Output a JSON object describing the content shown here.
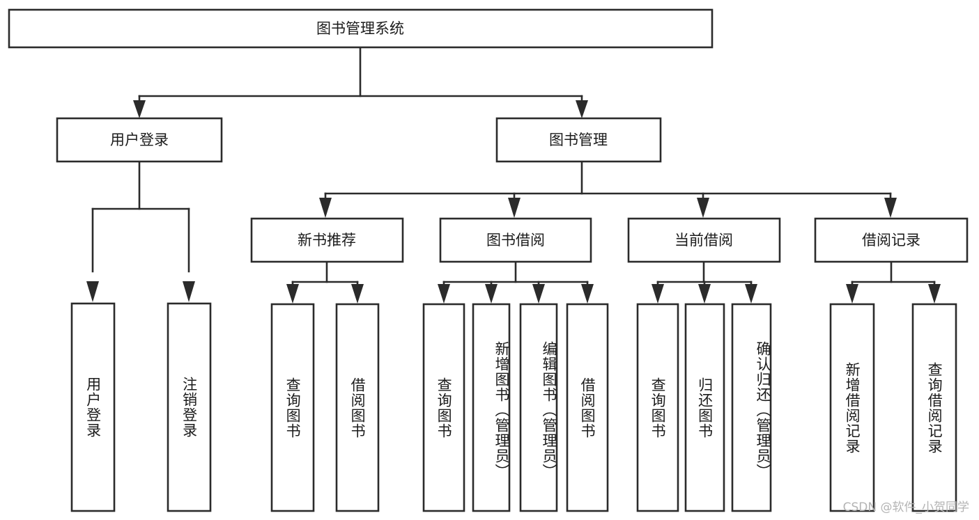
{
  "diagram": {
    "title": "图书管理系统",
    "type": "tree",
    "orientation": "top-down",
    "colors": {
      "node_fill": "#ffffff",
      "node_stroke": "#2b2b2b",
      "text": "#1b1b1b",
      "background": "#ffffff",
      "watermark": "#b4b4b4"
    },
    "root": {
      "id": "root",
      "label": "图书管理系统",
      "orientation": "horizontal"
    },
    "level1": [
      {
        "id": "user-login",
        "label": "用户登录",
        "orientation": "horizontal"
      },
      {
        "id": "book-manage",
        "label": "图书管理",
        "orientation": "horizontal"
      }
    ],
    "level2": [
      {
        "id": "new-book-recommend",
        "label": "新书推荐",
        "parent": "book-manage",
        "orientation": "horizontal"
      },
      {
        "id": "book-borrow",
        "label": "图书借阅",
        "parent": "book-manage",
        "orientation": "horizontal"
      },
      {
        "id": "current-borrow",
        "label": "当前借阅",
        "parent": "book-manage",
        "orientation": "horizontal"
      },
      {
        "id": "borrow-record",
        "label": "借阅记录",
        "parent": "book-manage",
        "orientation": "horizontal"
      }
    ],
    "leaves": [
      {
        "id": "leaf-user-login",
        "label": "用户登录",
        "parent": "user-login",
        "orientation": "vertical"
      },
      {
        "id": "leaf-logout-login",
        "label": "注销登录",
        "parent": "user-login",
        "orientation": "vertical"
      },
      {
        "id": "leaf-query-book-1",
        "label": "查询图书",
        "parent": "new-book-recommend",
        "orientation": "vertical"
      },
      {
        "id": "leaf-borrow-book-1",
        "label": "借阅图书",
        "parent": "new-book-recommend",
        "orientation": "vertical"
      },
      {
        "id": "leaf-query-book-2",
        "label": "查询图书",
        "parent": "book-borrow",
        "orientation": "vertical"
      },
      {
        "id": "leaf-add-book-admin",
        "label": "新增图书（管理员）",
        "parent": "book-borrow",
        "orientation": "vertical"
      },
      {
        "id": "leaf-edit-book-admin",
        "label": "编辑图书（管理员）",
        "parent": "book-borrow",
        "orientation": "vertical"
      },
      {
        "id": "leaf-borrow-book-2",
        "label": "借阅图书",
        "parent": "book-borrow",
        "orientation": "vertical"
      },
      {
        "id": "leaf-query-book-3",
        "label": "查询图书",
        "parent": "current-borrow",
        "orientation": "vertical"
      },
      {
        "id": "leaf-return-book",
        "label": "归还图书",
        "parent": "current-borrow",
        "orientation": "vertical"
      },
      {
        "id": "leaf-confirm-return-admin",
        "label": "确认归还（管理员）",
        "parent": "current-borrow",
        "orientation": "vertical"
      },
      {
        "id": "leaf-add-borrow-record",
        "label": "新增借阅记录",
        "parent": "borrow-record",
        "orientation": "vertical"
      },
      {
        "id": "leaf-query-borrow-record",
        "label": "查询借阅记录",
        "parent": "borrow-record",
        "orientation": "vertical"
      }
    ]
  },
  "watermark": {
    "text": "CSDN @软件_小贺同学"
  }
}
